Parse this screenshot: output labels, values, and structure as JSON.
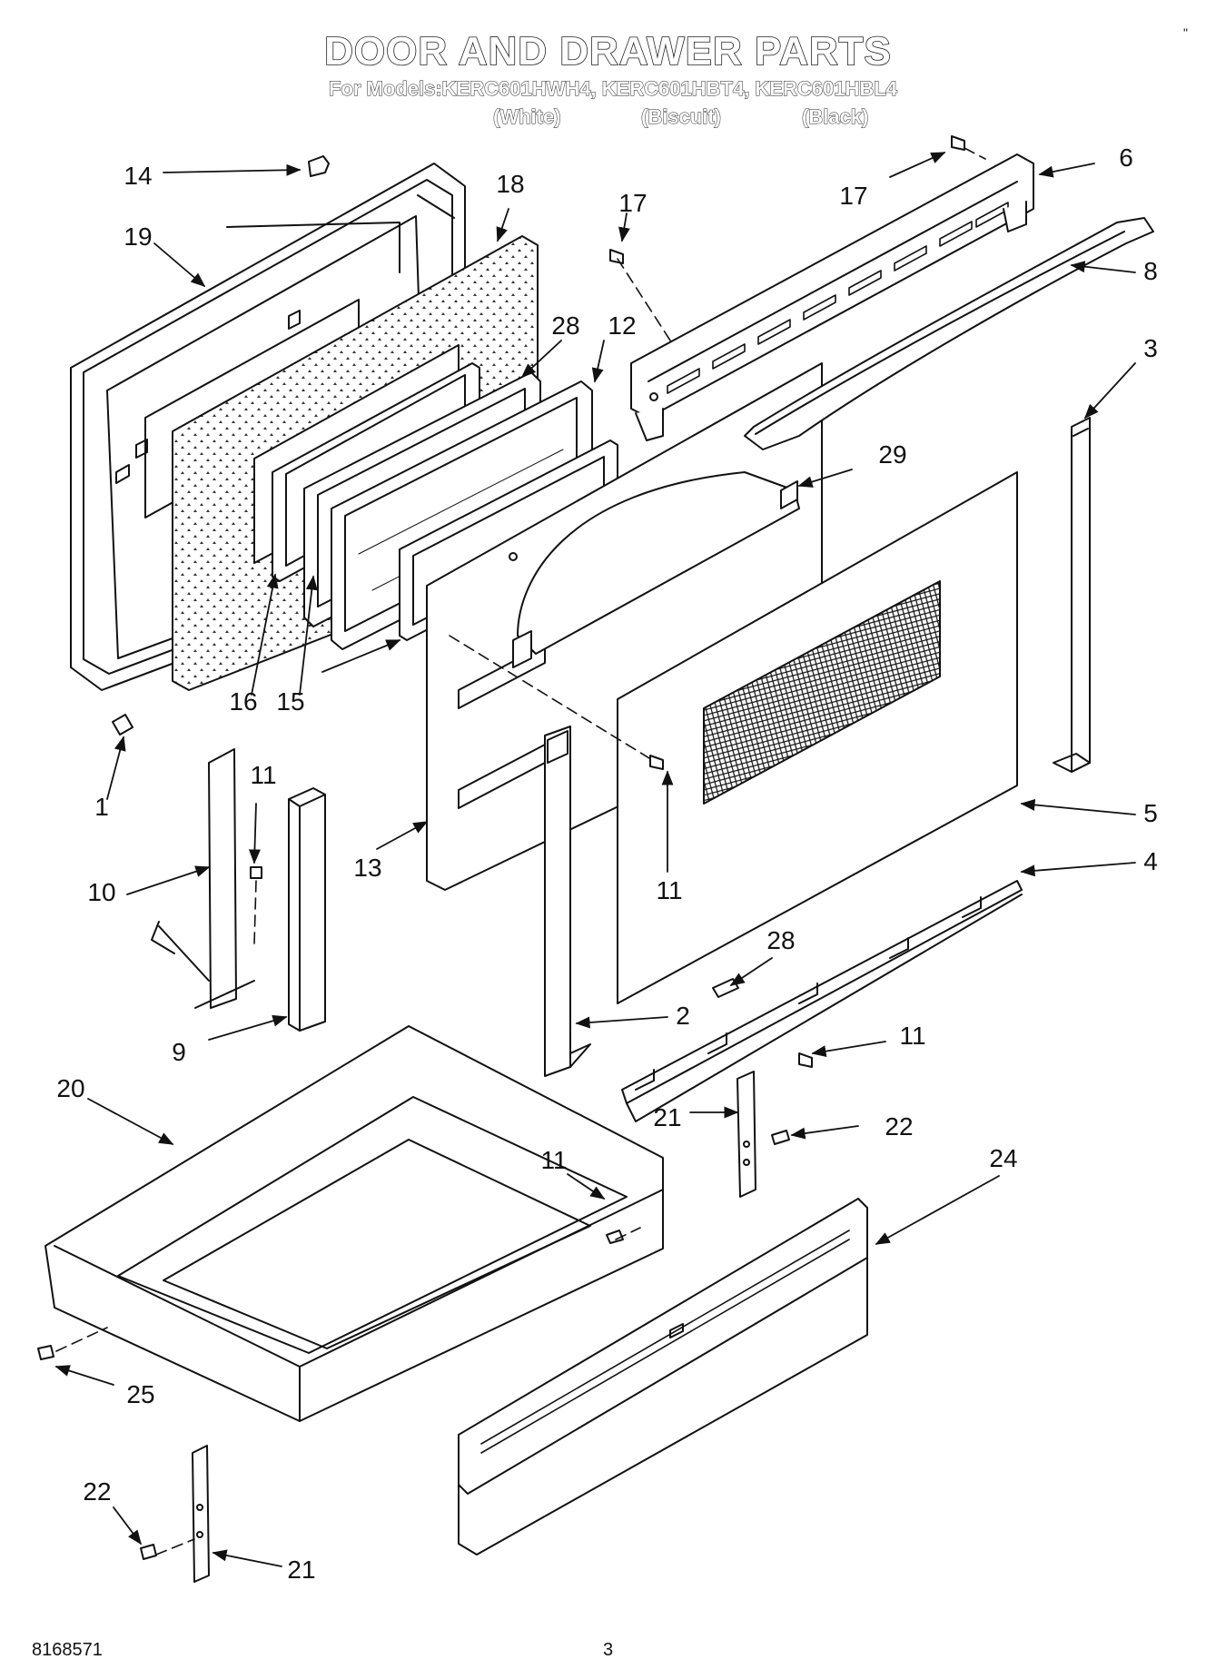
{
  "header": {
    "title": "DOOR AND DRAWER PARTS",
    "models_line": "For Models:KERC601HWH4, KERC601HBT4, KERC601HBL4",
    "colors": [
      "(White)",
      "(Biscuit)",
      "(Black)"
    ]
  },
  "callouts": {
    "c1": "1",
    "c2": "2",
    "c3": "3",
    "c4": "4",
    "c5": "5",
    "c6": "6",
    "c8": "8",
    "c9": "9",
    "c10": "10",
    "c11a": "11",
    "c11b": "11",
    "c11c": "11",
    "c11d": "11",
    "c12": "12",
    "c13": "13",
    "c14": "14",
    "c15": "15",
    "c16": "16",
    "c17a": "17",
    "c17b": "17",
    "c18": "18",
    "c19": "19",
    "c20": "20",
    "c21a": "21",
    "c21b": "21",
    "c22a": "22",
    "c22b": "22",
    "c24": "24",
    "c25": "25",
    "c28a": "28",
    "c28b": "28",
    "c29": "29"
  },
  "footer": {
    "doc_number": "8168571",
    "page_number": "3",
    "corner_mark": "\""
  }
}
